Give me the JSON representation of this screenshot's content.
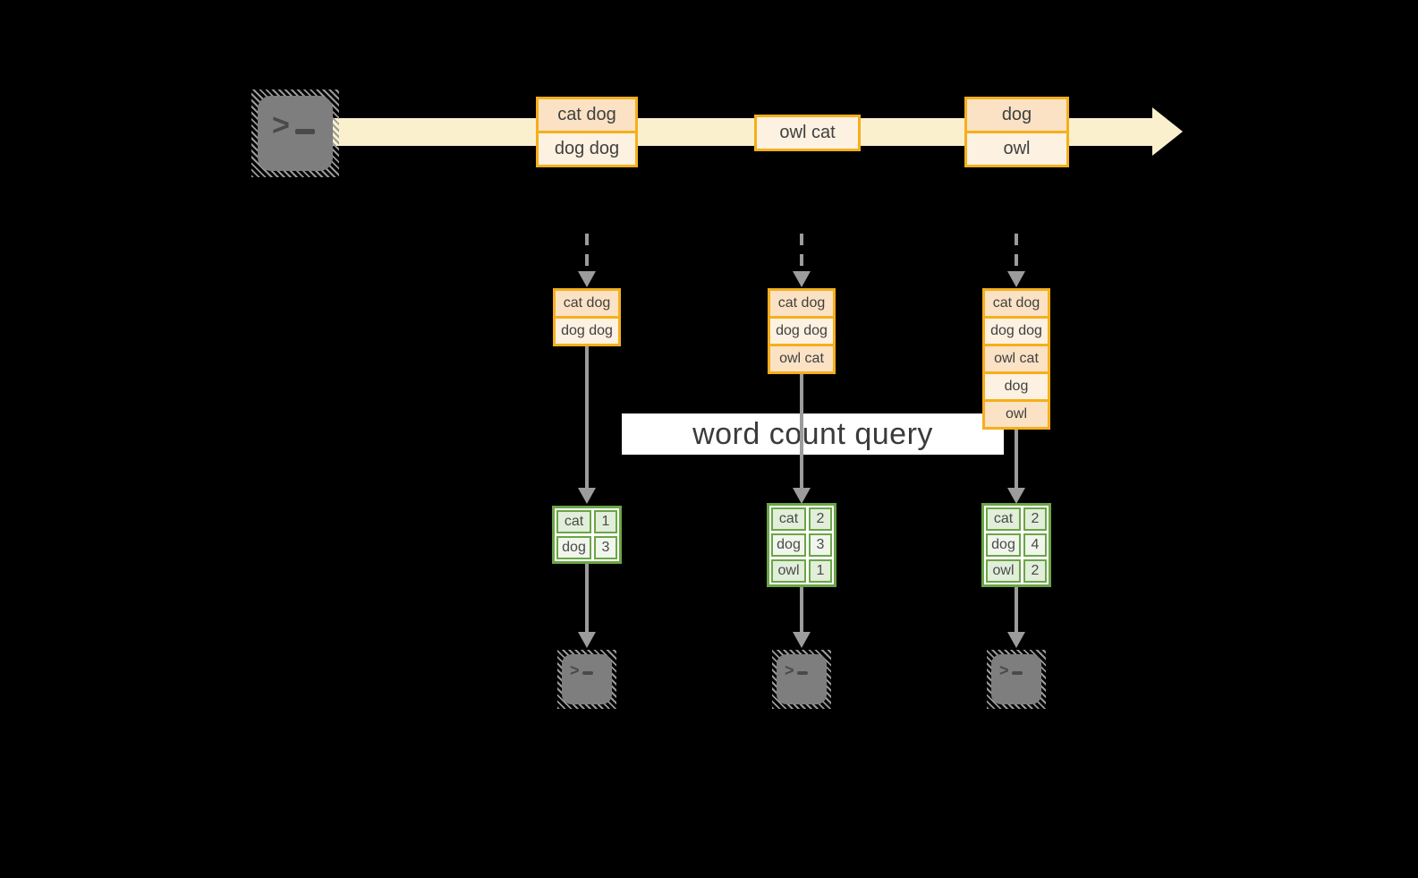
{
  "query_banner": {
    "label": "word count query"
  },
  "terminal": {
    "prompt": ">"
  },
  "stream": {
    "groups": [
      [
        "cat dog",
        "dog dog"
      ],
      [
        "owl cat"
      ],
      [
        "dog",
        "owl"
      ]
    ]
  },
  "columns": [
    {
      "buffer": [
        "cat dog",
        "dog dog"
      ],
      "counts": [
        {
          "word": "cat",
          "count": "1"
        },
        {
          "word": "dog",
          "count": "3"
        }
      ]
    },
    {
      "buffer": [
        "cat dog",
        "dog dog",
        "owl cat"
      ],
      "counts": [
        {
          "word": "cat",
          "count": "2"
        },
        {
          "word": "dog",
          "count": "3"
        },
        {
          "word": "owl",
          "count": "1"
        }
      ]
    },
    {
      "buffer": [
        "cat dog",
        "dog dog",
        "owl cat",
        "dog",
        "owl"
      ],
      "counts": [
        {
          "word": "cat",
          "count": "2"
        },
        {
          "word": "dog",
          "count": "4"
        },
        {
          "word": "owl",
          "count": "2"
        }
      ]
    }
  ],
  "colors": {
    "background": "#000000",
    "stream_band": "#FBF0CE",
    "record_border": "#F5AF1B",
    "record_fill_dark": "#FBE2C4",
    "record_fill_light": "#FDF1E1",
    "table_border": "#6BA547",
    "table_fill_dark": "#E1EED9",
    "table_fill_light": "#F0F6EC",
    "connector_gray": "#9C9C9C",
    "terminal_gray": "#7E7E7E",
    "banner_bg": "#FFFFFF",
    "text_dark": "#404040"
  }
}
